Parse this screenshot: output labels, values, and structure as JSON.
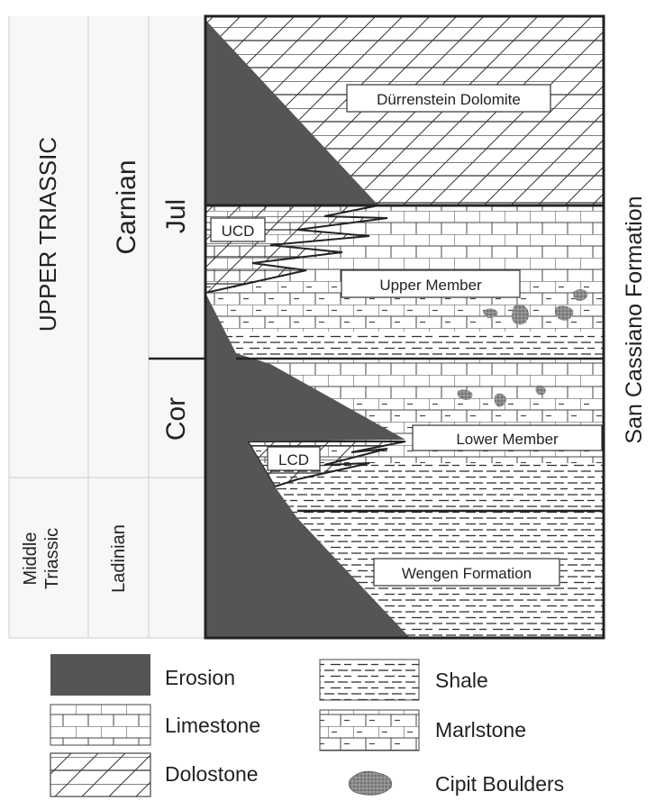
{
  "columns": {
    "series": [
      "UPPER TRIASSIC",
      "Middle",
      "Triassic"
    ],
    "stage": [
      "Carnian",
      "Ladinian"
    ],
    "substage": [
      "Jul",
      "Cor"
    ]
  },
  "units": {
    "durrenstein": "Dürrenstein Dolomite",
    "ucd": "UCD",
    "upper_member": "Upper Member",
    "lower_member": "Lower Member",
    "lcd": "LCD",
    "wengen": "Wengen Formation",
    "formation": "San Cassiano Formation"
  },
  "legend": {
    "erosion": "Erosion",
    "limestone": "Limestone",
    "dolostone": "Dolostone",
    "shale": "Shale",
    "marlstone": "Marlstone",
    "boulders": "Cipit Boulders"
  },
  "colors": {
    "erosion": "#555555",
    "line": "#222222",
    "column_bg": "#f5f5f5"
  }
}
